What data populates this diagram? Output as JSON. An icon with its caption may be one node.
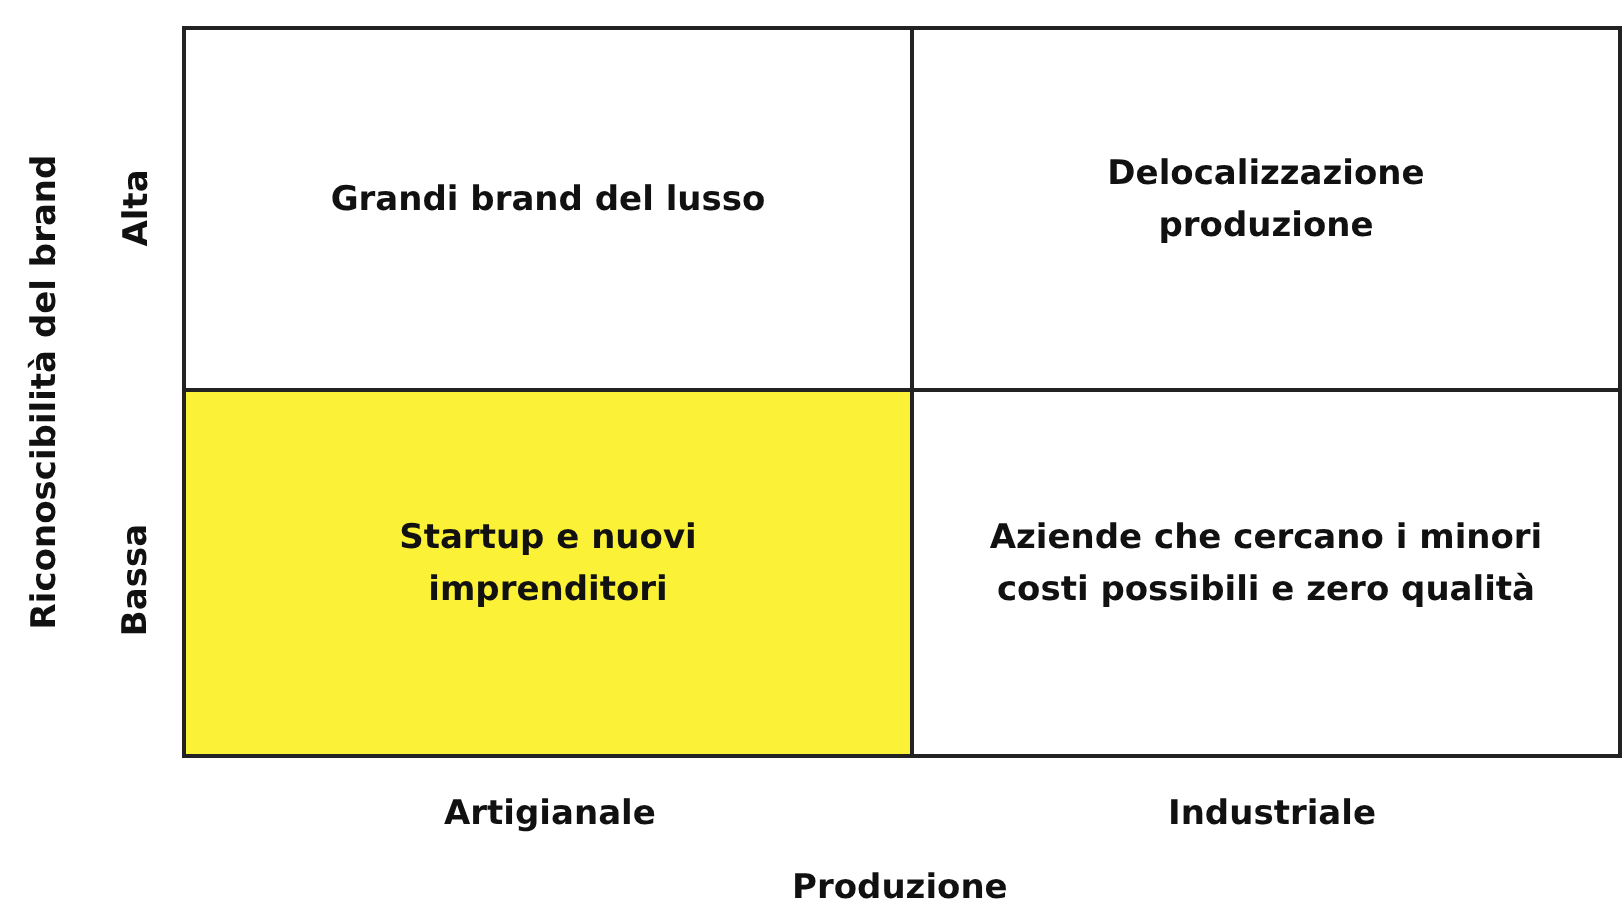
{
  "diagram": {
    "nodes": [
      {
        "text": [
          "Grandi brand del lusso"
        ]
      },
      {
        "text": [
          "Delocalizzazione produzione"
        ]
      },
      {
        "text": [
          "Startup e nuovi imprenditori"
        ]
      },
      {
        "text": [
          "Aziende che cercano i minori costi possibili e zero qualità"
        ]
      }
    ],
    "edges": [],
    "labels": [
      "Riconoscibilità del brand",
      "Alta",
      "Bassa",
      "Artigianale",
      "Industriale",
      "Produzione"
    ]
  }
}
